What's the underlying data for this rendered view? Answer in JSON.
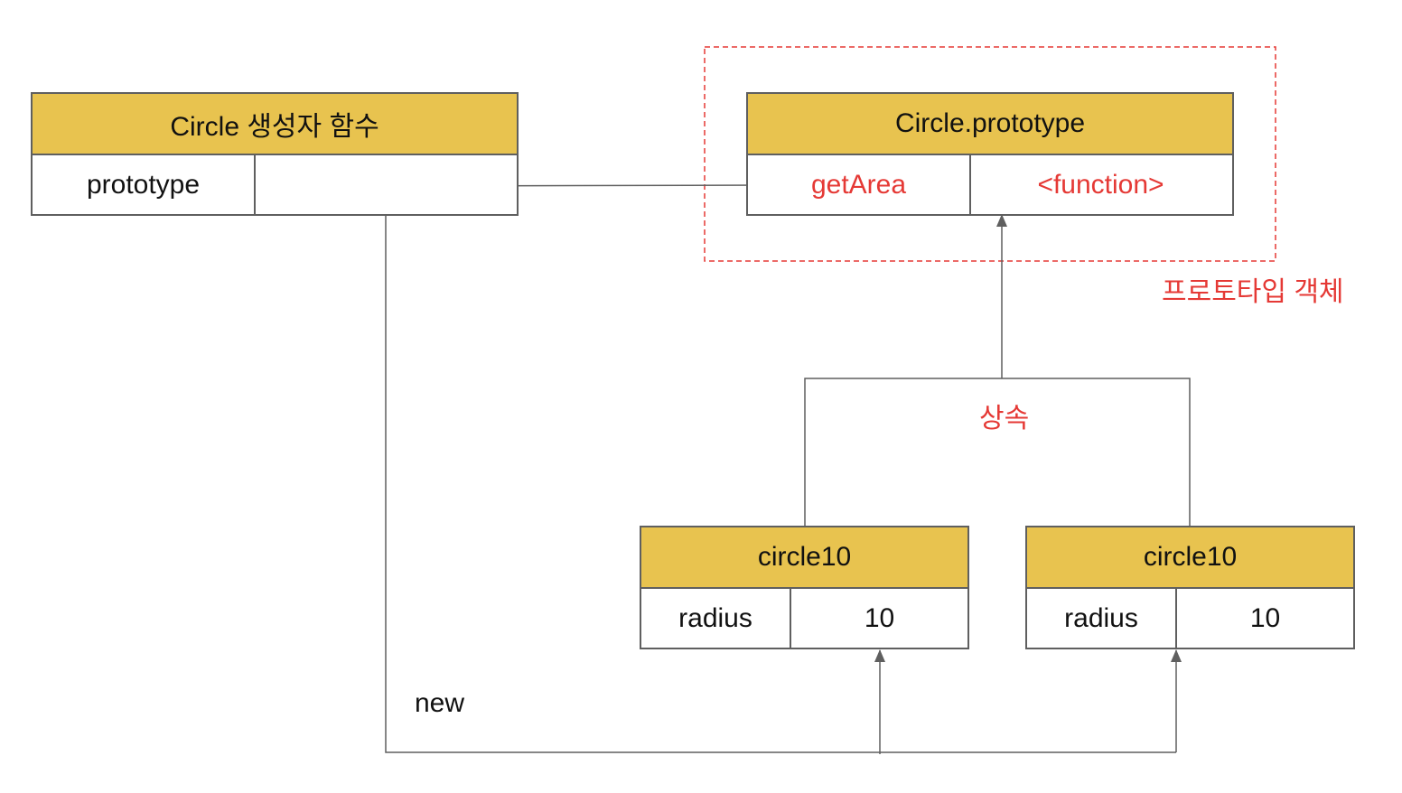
{
  "constructor": {
    "title": "Circle 생성자 함수",
    "property_key": "prototype",
    "property_value": ""
  },
  "prototype_object": {
    "title": "Circle.prototype",
    "property_key": "getArea",
    "property_value": "<function>",
    "group_label": "프로토타입 객체"
  },
  "inheritance_label": "상속",
  "new_label": "new",
  "instances": [
    {
      "title": "circle10",
      "property_key": "radius",
      "property_value": "10"
    },
    {
      "title": "circle10",
      "property_key": "radius",
      "property_value": "10"
    }
  ],
  "colors": {
    "header_fill": "#e8c34f",
    "border": "#5f5f5f",
    "highlight": "#e53935"
  }
}
